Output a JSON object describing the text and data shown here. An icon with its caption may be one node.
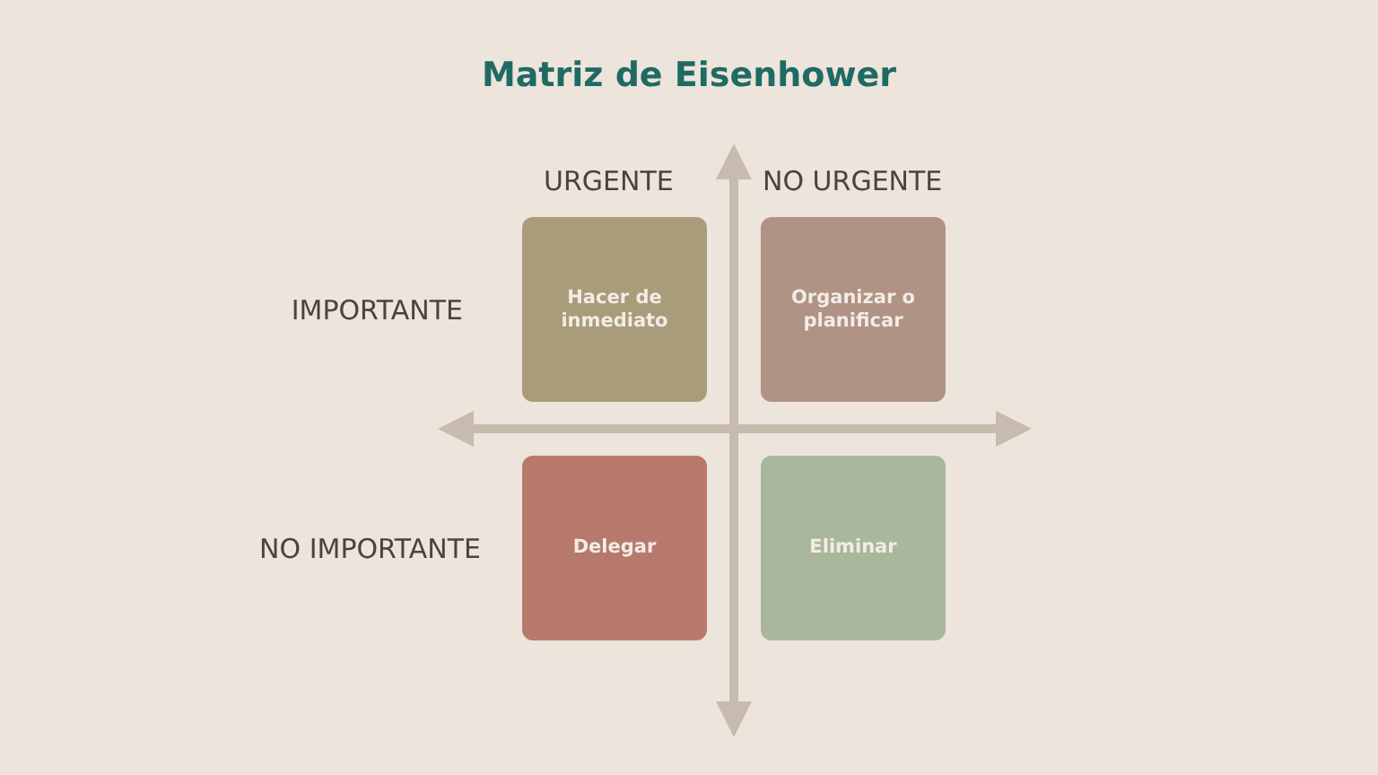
{
  "diagram": {
    "title": "Matriz de Eisenhower",
    "nodes": [
      {
        "text": [
          "Hacer de inmediato"
        ]
      },
      {
        "text": [
          "Organizar o planificar"
        ]
      },
      {
        "text": [
          "Delegar"
        ]
      },
      {
        "text": [
          "Eliminar"
        ]
      }
    ],
    "labels": [
      "URGENTE",
      "NO URGENTE",
      "IMPORTANTE",
      "NO IMPORTANTE"
    ]
  }
}
